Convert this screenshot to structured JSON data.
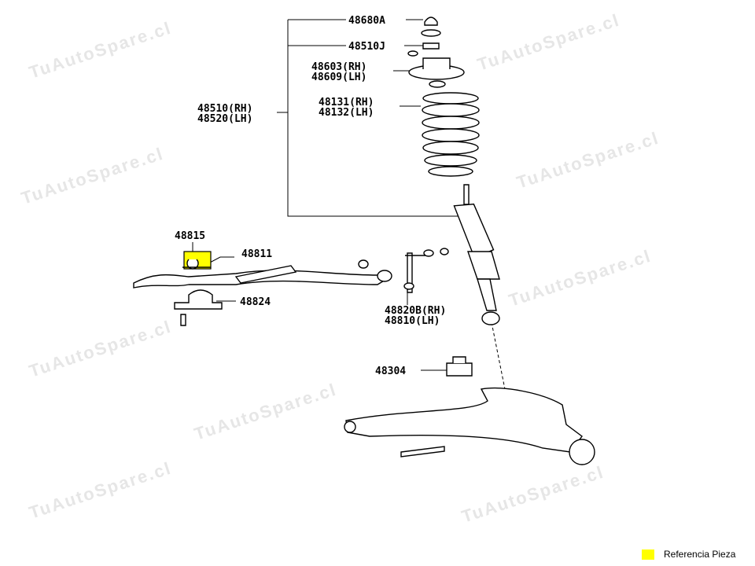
{
  "watermark": "TuAutoSpare.cl",
  "highlight_color": "#ffff00",
  "labels": {
    "p48680A": "48680A",
    "p48510J": "48510J",
    "p48603": "48603(RH)",
    "p48609": "48609(LH)",
    "p48131": "48131(RH)",
    "p48132": "48132(LH)",
    "p48510": "48510(RH)",
    "p48520": "48520(LH)",
    "p48815": "48815",
    "p48811": "48811",
    "p48824": "48824",
    "p48820B": "48820B(RH)",
    "p48810": "48810(LH)",
    "p48304": "48304"
  },
  "legend": {
    "label": "Referencia Pieza"
  }
}
